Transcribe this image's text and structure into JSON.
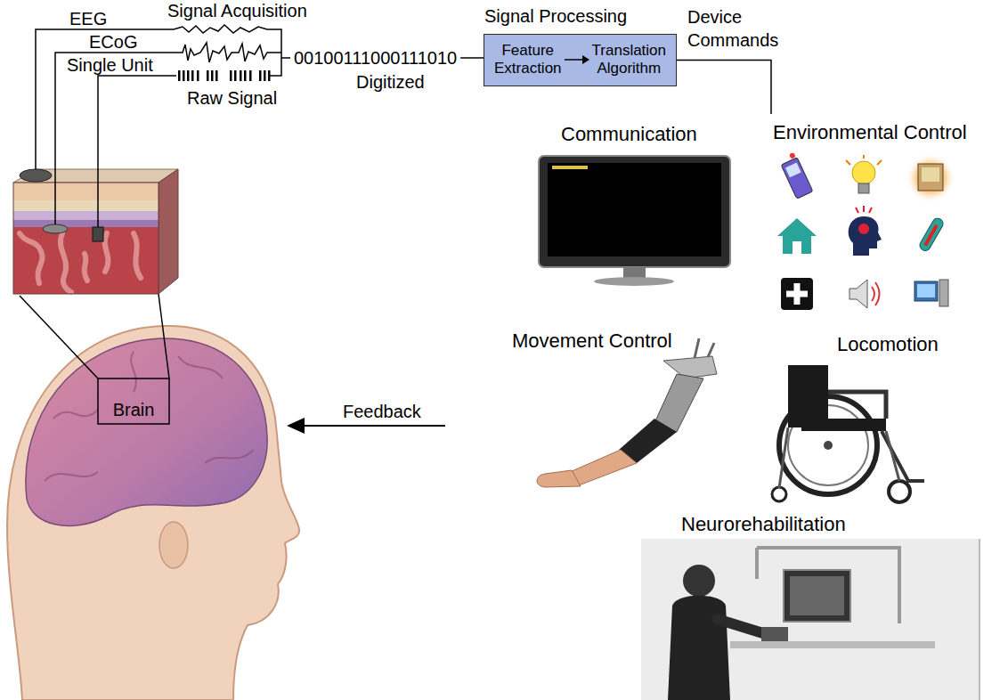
{
  "diagram": {
    "nodes": [
      {
        "text": [
          "Signal Processing",
          "Feature Extraction",
          "Translation Algorithm"
        ]
      }
    ],
    "labels": [
      "Signal Acquisition",
      "EEG",
      "ECoG",
      "Single Unit",
      "Raw Signal",
      "00100111000111010",
      "Digitized",
      "Device Commands",
      "Communication",
      "Environmental Control",
      "Movement Control",
      "Locomotion",
      "Neurorehabilitation",
      "Brain",
      "Feedback"
    ]
  }
}
